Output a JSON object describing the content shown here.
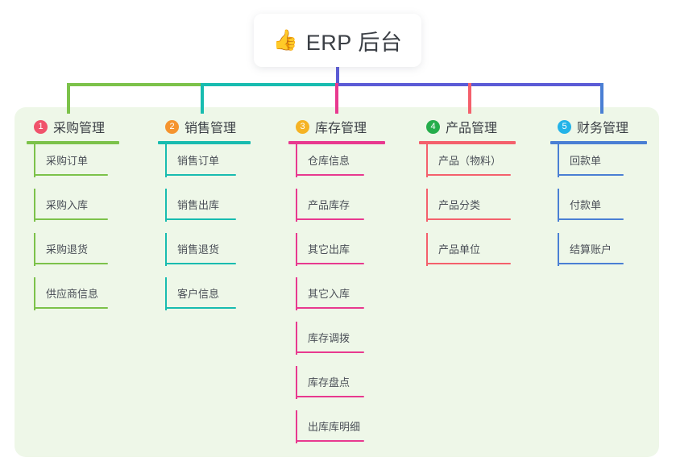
{
  "root": {
    "icon": "thumbs-up-icon",
    "emoji": "👍",
    "title": "ERP 后台"
  },
  "colors": {
    "root_stem": "#5b5bd6",
    "bar_green": "#7cc24a",
    "bar_teal": "#18bcb0",
    "bar_purple": "#5b5bd6",
    "drop_pink": "#e8398f",
    "drop_red": "#f4606c",
    "drop_blue": "#4a7fd4",
    "panel_bg": "#eef7e8",
    "text": "#3b3f45"
  },
  "columns": [
    {
      "index": "1",
      "title": "采购管理",
      "badge_color": "#f0536b",
      "line_color": "#7cc24a",
      "items": [
        "采购订单",
        "采购入库",
        "采购退货",
        "供应商信息"
      ]
    },
    {
      "index": "2",
      "title": "销售管理",
      "badge_color": "#f5942e",
      "line_color": "#18bcb0",
      "items": [
        "销售订单",
        "销售出库",
        "销售退货",
        "客户信息"
      ]
    },
    {
      "index": "3",
      "title": "库存管理",
      "badge_color": "#f5b324",
      "line_color": "#e8398f",
      "items": [
        "仓库信息",
        "产品库存",
        "其它出库",
        "其它入库",
        "库存调拨",
        "库存盘点",
        "出库库明细"
      ]
    },
    {
      "index": "4",
      "title": "产品管理",
      "badge_color": "#25ad4b",
      "line_color": "#f4606c",
      "items": [
        "产品（物料）",
        "产品分类",
        "产品单位"
      ]
    },
    {
      "index": "5",
      "title": "财务管理",
      "badge_color": "#24b3e8",
      "line_color": "#4a7fd4",
      "items": [
        "回款单",
        "付款单",
        "结算账户"
      ]
    }
  ],
  "layout": {
    "column_x": [
      33,
      196,
      358,
      520,
      683
    ],
    "head_rule_widths": [
      115,
      115,
      120,
      120,
      120
    ],
    "leaf_rule_widths": [
      92,
      88,
      85,
      105,
      82
    ]
  }
}
